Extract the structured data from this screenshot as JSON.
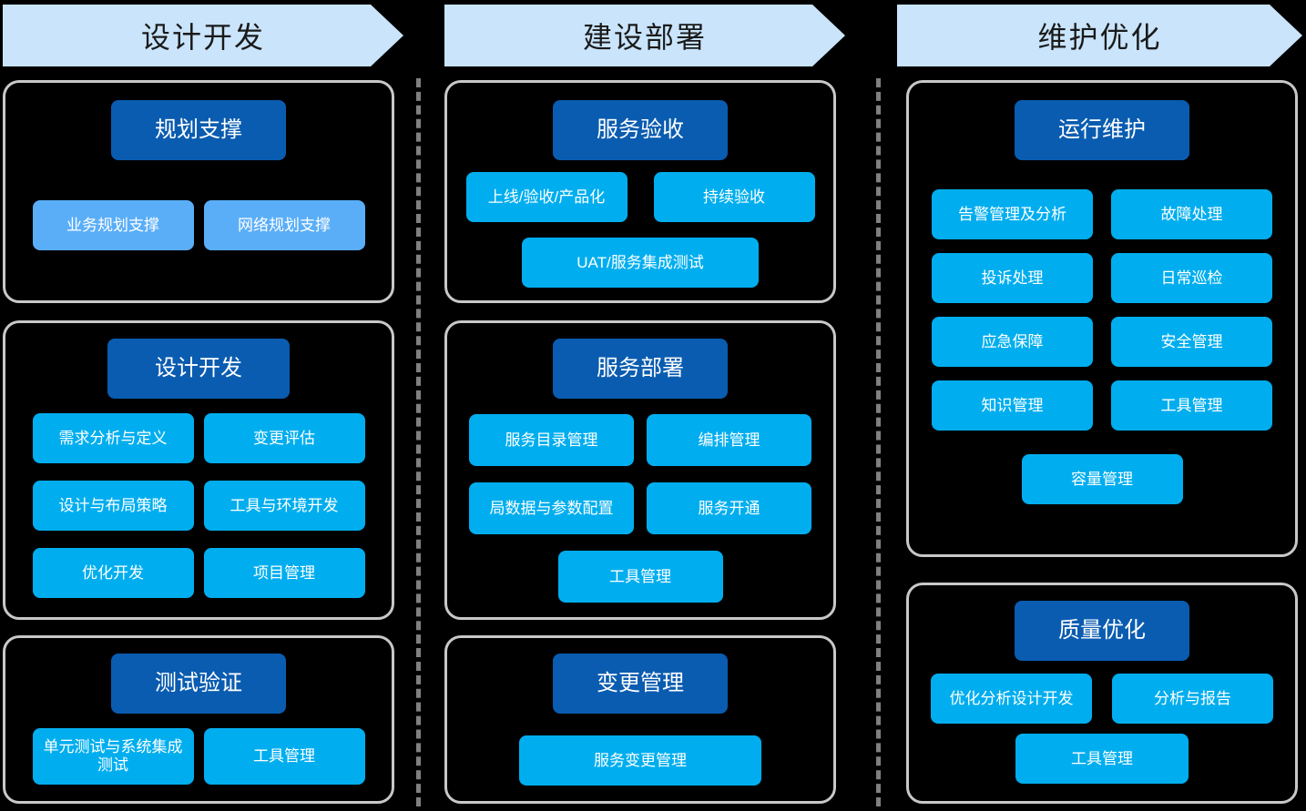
{
  "colors": {
    "background": "#000000",
    "header_arrow": "#c9e4fb",
    "header_text": "#1a1a1a",
    "card_border": "#c8c8c8",
    "primary_box": "#0a5cb0",
    "sub_box": "#00aeef",
    "sub_box_light": "#5aaef8",
    "divider": "#808080"
  },
  "columns": [
    {
      "header": "设计开发",
      "cards": [
        {
          "title": "规划支撑",
          "rows": [
            [
              "业务规划支撑",
              "网络规划支撑"
            ]
          ]
        },
        {
          "title": "设计开发",
          "rows": [
            [
              "需求分析与定义",
              "变更评估"
            ],
            [
              "设计与布局策略",
              "工具与环境开发"
            ],
            [
              "优化开发",
              "项目管理"
            ]
          ]
        },
        {
          "title": "测试验证",
          "rows": [
            [
              "单元测试与系统集成测试",
              "工具管理"
            ]
          ]
        }
      ]
    },
    {
      "header": "建设部署",
      "cards": [
        {
          "title": "服务验收",
          "rows": [
            [
              "上线/验收/产品化",
              "持续验收"
            ],
            [
              "UAT/服务集成测试"
            ]
          ]
        },
        {
          "title": "服务部署",
          "rows": [
            [
              "服务目录管理",
              "编排管理"
            ],
            [
              "局数据与参数配置",
              "服务开通"
            ],
            [
              "工具管理"
            ]
          ]
        },
        {
          "title": "变更管理",
          "rows": [
            [
              "服务变更管理"
            ]
          ]
        }
      ]
    },
    {
      "header": "维护优化",
      "cards": [
        {
          "title": "运行维护",
          "rows": [
            [
              "告警管理及分析",
              "故障处理"
            ],
            [
              "投诉处理",
              "日常巡检"
            ],
            [
              "应急保障",
              "安全管理"
            ],
            [
              "知识管理",
              "工具管理"
            ],
            [
              "容量管理"
            ]
          ]
        },
        {
          "title": "质量优化",
          "rows": [
            [
              "优化分析设计开发",
              "分析与报告"
            ],
            [
              "工具管理"
            ]
          ]
        }
      ]
    }
  ]
}
